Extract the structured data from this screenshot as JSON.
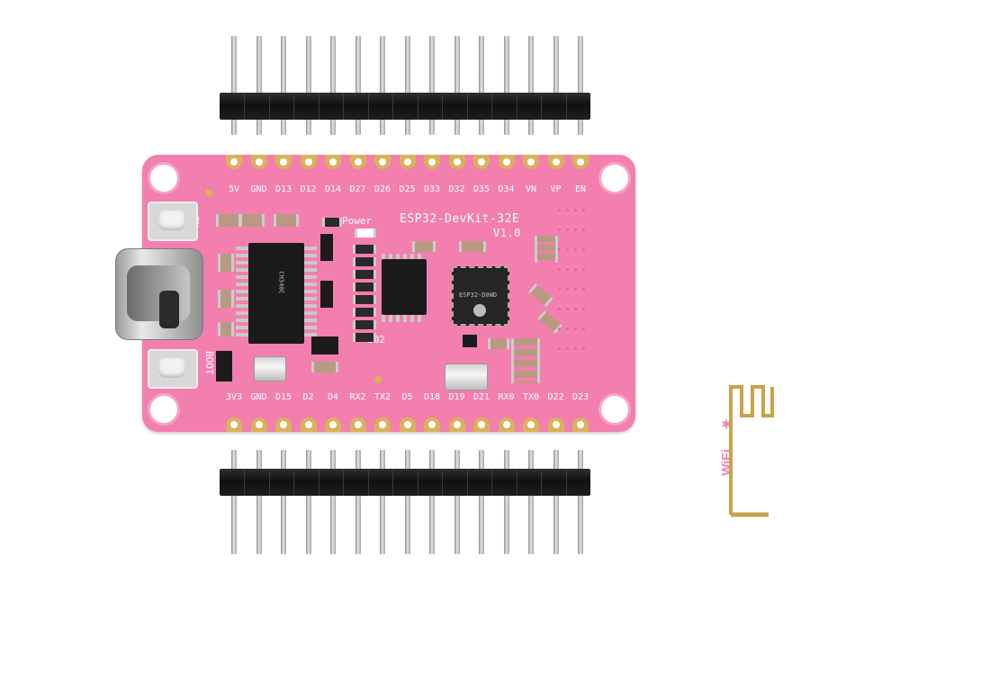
{
  "product": {
    "board_name": "ESP32-DevKit-32E",
    "version": "V1.0",
    "board_color": "#f37fae",
    "pad_color": "#d9b25a"
  },
  "top_pins": [
    "5V",
    "GND",
    "D13",
    "D12",
    "D14",
    "D27",
    "D26",
    "D25",
    "D33",
    "D32",
    "D35",
    "D34",
    "VN",
    "VP",
    "EN"
  ],
  "bottom_pins": [
    "3V3",
    "GND",
    "D15",
    "D2",
    "D4",
    "RX2",
    "TX2",
    "D5",
    "D18",
    "D19",
    "D21",
    "RX0",
    "TX0",
    "D22",
    "D23"
  ],
  "silkscreen": {
    "power_label": "Power",
    "io2_label": "IO2",
    "en_button_label": "EN",
    "boot_button_label": "BOOT",
    "wifi_logo": "WiFi",
    "bluetooth_icon": "bluetooth-icon"
  },
  "chips": {
    "module": "ESP32-D0WD",
    "usb_bridge": "CH340C"
  }
}
